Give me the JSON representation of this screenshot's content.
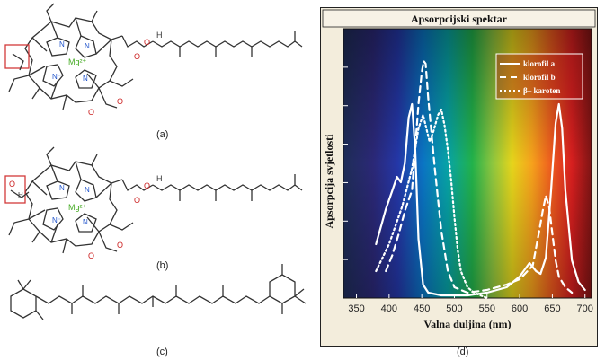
{
  "captions": {
    "a": "(a)",
    "b": "(b)",
    "c": "(c)",
    "d": "(d)"
  },
  "molecules": {
    "metal_label": "Mg",
    "metal_charge": "2+"
  },
  "colors": {
    "outline_box": "#d23a3a",
    "oxygen": "#cc2222",
    "nitrogen": "#2255cc",
    "magnesium": "#44aa22",
    "bond": "#333333",
    "chart_frame": "#222222",
    "chart_bg": "#f3eddc",
    "curve": "#ffffff"
  },
  "chart_data": {
    "type": "line",
    "title": "Apsorpcijski spektar",
    "xlabel": "Valna duljina (nm)",
    "ylabel": "Apsorpcija svjetlosti",
    "xlim": [
      330,
      710
    ],
    "ylim": [
      0,
      100
    ],
    "xticks": [
      350,
      400,
      450,
      500,
      550,
      600,
      650,
      700
    ],
    "legend_position": "top-right",
    "series": [
      {
        "name": "klorofil a",
        "style": "solid",
        "x": [
          380,
          395,
          405,
          412,
          418,
          424,
          430,
          435,
          440,
          445,
          452,
          460,
          480,
          500,
          520,
          550,
          580,
          600,
          615,
          625,
          632,
          640,
          648,
          655,
          660,
          665,
          670,
          680,
          690,
          700
        ],
        "y": [
          20,
          33,
          40,
          45,
          43,
          50,
          67,
          72,
          55,
          22,
          5,
          2,
          1,
          1,
          1,
          2,
          4,
          8,
          13,
          10,
          9,
          15,
          40,
          65,
          72,
          63,
          40,
          14,
          6,
          3
        ]
      },
      {
        "name": "klorofil b",
        "style": "dashed",
        "x": [
          395,
          405,
          415,
          425,
          435,
          445,
          450,
          453,
          456,
          460,
          470,
          480,
          490,
          500,
          520,
          550,
          580,
          600,
          620,
          630,
          635,
          640,
          645,
          650,
          655,
          660,
          670,
          680
        ],
        "y": [
          10,
          16,
          24,
          33,
          40,
          72,
          84,
          88,
          87,
          74,
          48,
          25,
          10,
          4,
          2,
          3,
          5,
          7,
          12,
          25,
          32,
          38,
          34,
          24,
          14,
          8,
          4,
          2
        ]
      },
      {
        "name": "β– karoten",
        "style": "dotted",
        "x": [
          380,
          400,
          420,
          435,
          445,
          452,
          458,
          462,
          468,
          475,
          480,
          485,
          490,
          495,
          500,
          505,
          510,
          520,
          530,
          540,
          550
        ],
        "y": [
          10,
          20,
          34,
          48,
          63,
          68,
          62,
          58,
          62,
          68,
          70,
          64,
          55,
          44,
          30,
          18,
          10,
          4,
          2,
          1,
          0
        ]
      }
    ]
  }
}
